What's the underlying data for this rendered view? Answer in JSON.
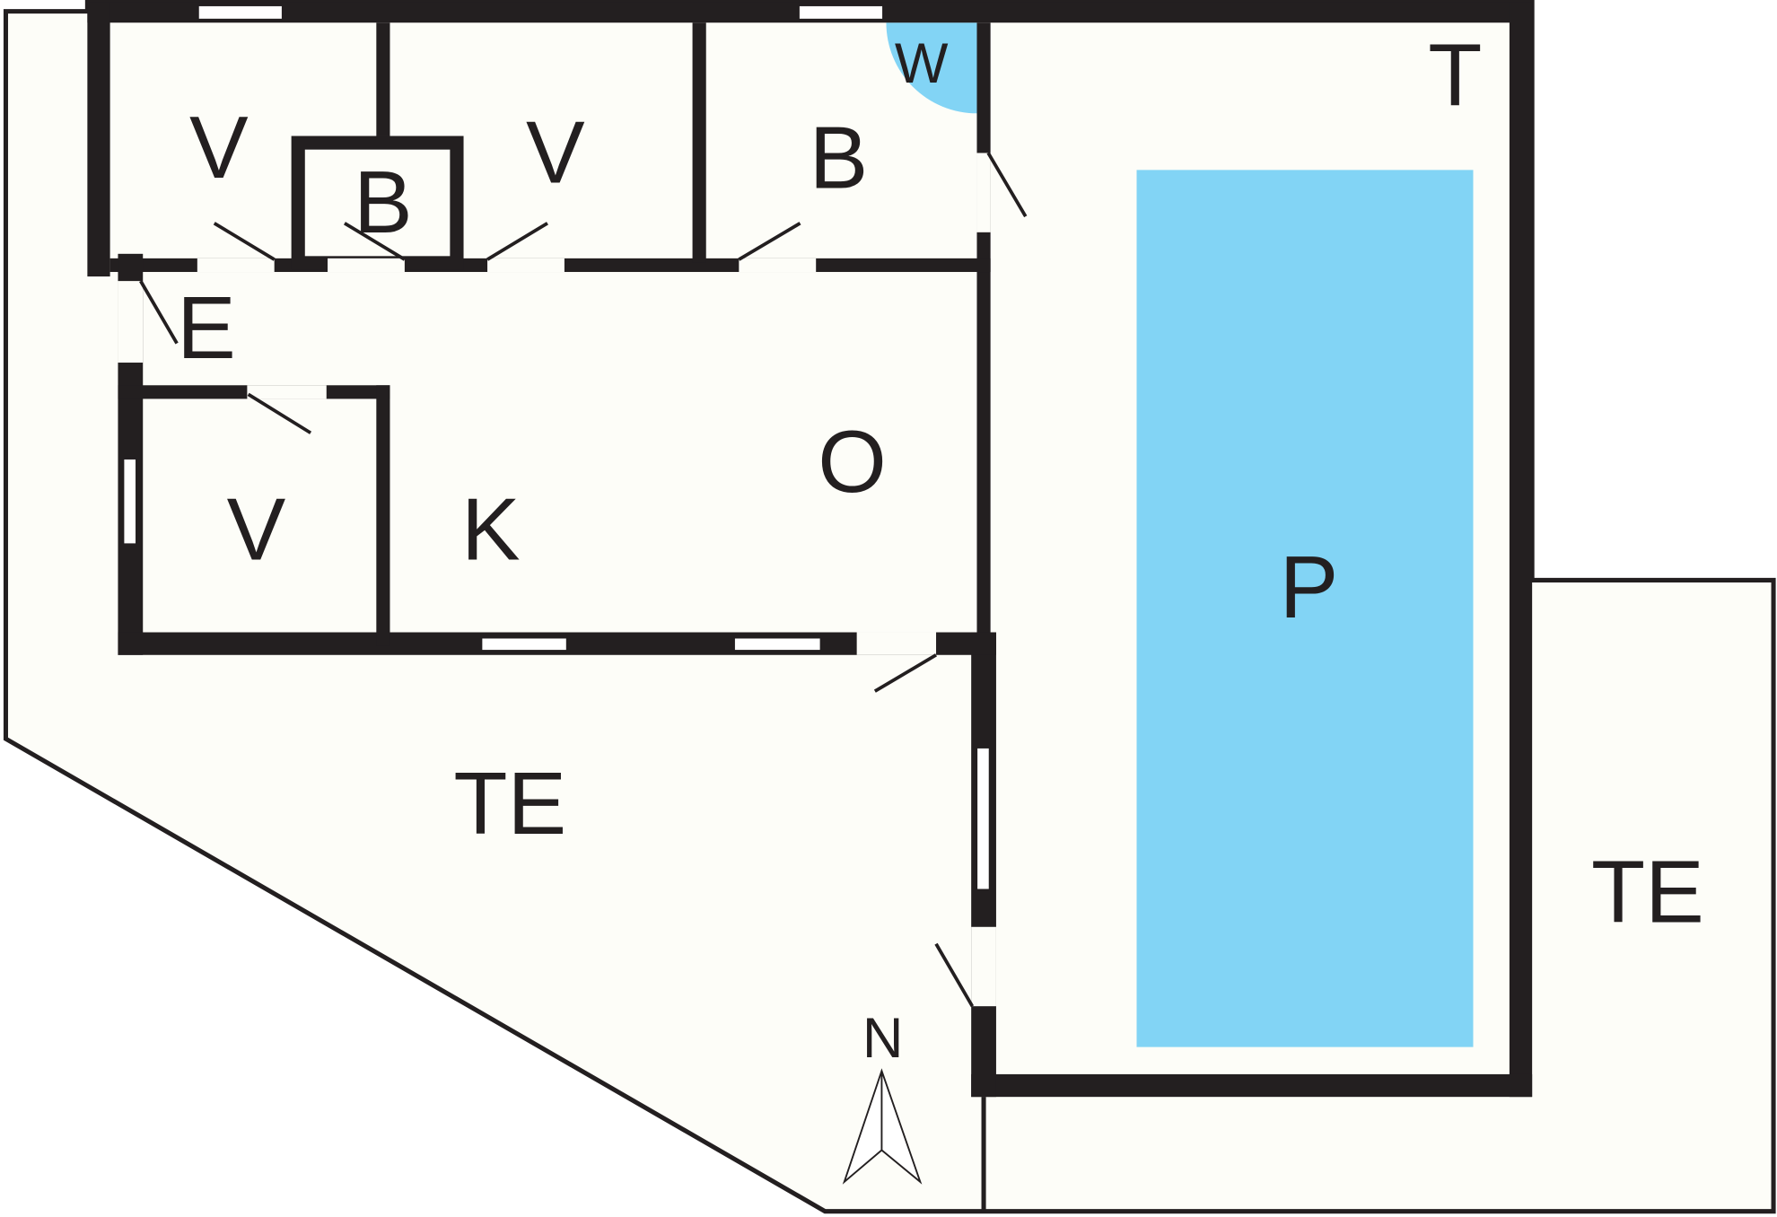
{
  "colors": {
    "wall": "#231f20",
    "floor": "#fdfdf8",
    "pool": "#82d4f5"
  },
  "rooms": {
    "bedroom_1": "V",
    "bathroom_1": "B",
    "bedroom_2": "V",
    "bathroom_2": "B",
    "washer": "W",
    "terrace_pool_area": "T",
    "entrance": "E",
    "living_room": "O",
    "kitchen": "K",
    "bedroom_3": "V",
    "pool": "P",
    "terrace_left": "TE",
    "terrace_right": "TE",
    "north_arrow": "N"
  }
}
